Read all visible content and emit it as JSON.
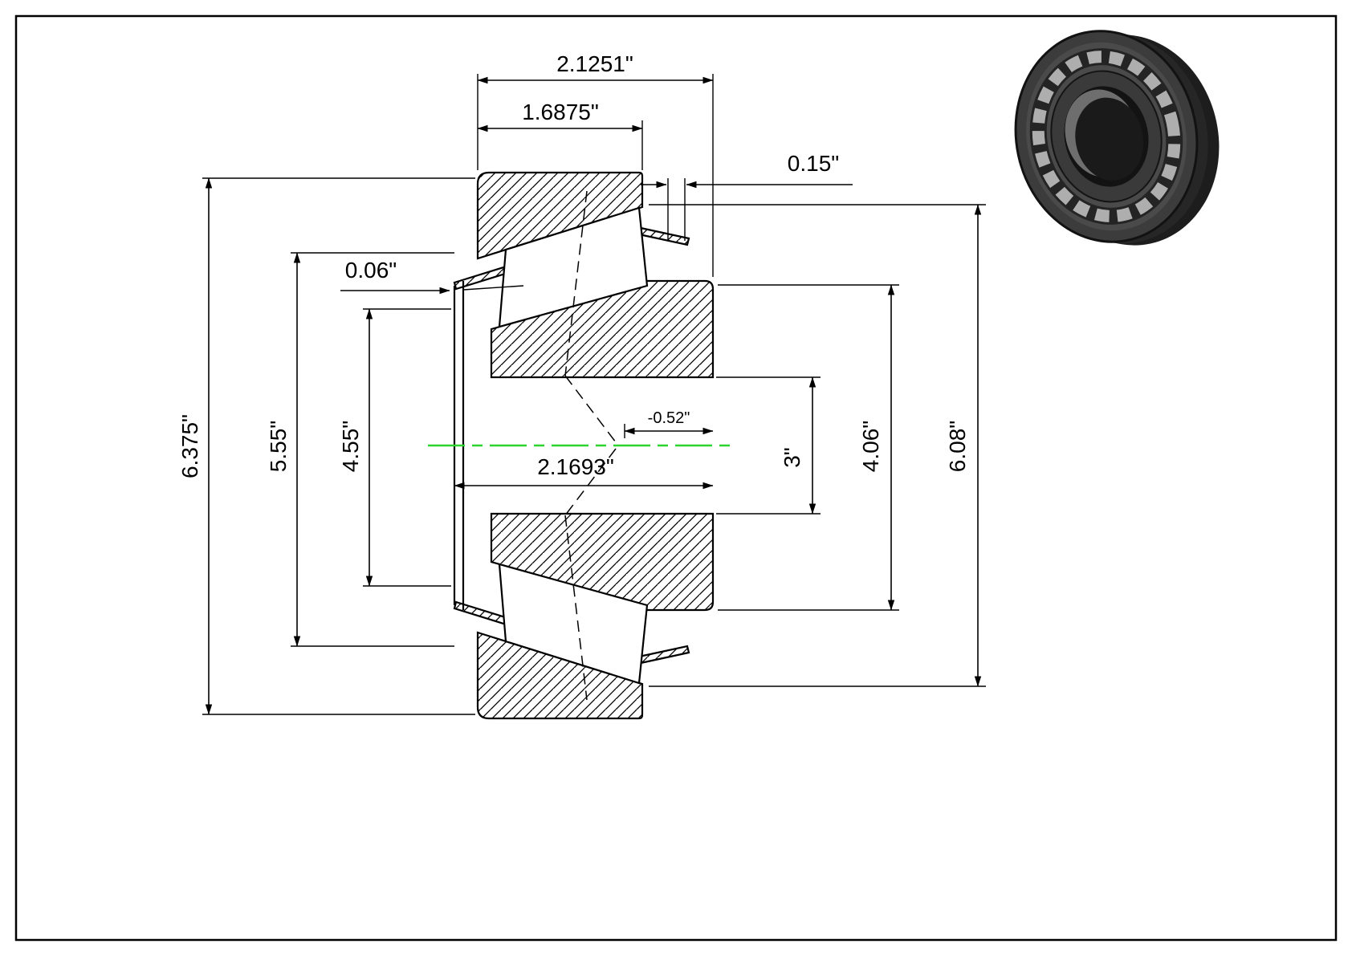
{
  "drawing": {
    "dimensions": {
      "overall_width": "2.1251\"",
      "inner_width": "1.6875\"",
      "offset_015": "0.15\"",
      "offset_006": "0.06\"",
      "dia_6375": "6.375\"",
      "dia_555": "5.55\"",
      "dia_455": "4.55\"",
      "length_21693": "2.1693\"",
      "offset_052": "-0.52\"",
      "dia_3": "3\"",
      "dia_406": "4.06\"",
      "dia_608": "6.08\""
    },
    "colors": {
      "line": "#000000",
      "centerline_green": "#2fd32f",
      "background": "#ffffff",
      "bearing_render_body": "#3c3c3c"
    }
  }
}
